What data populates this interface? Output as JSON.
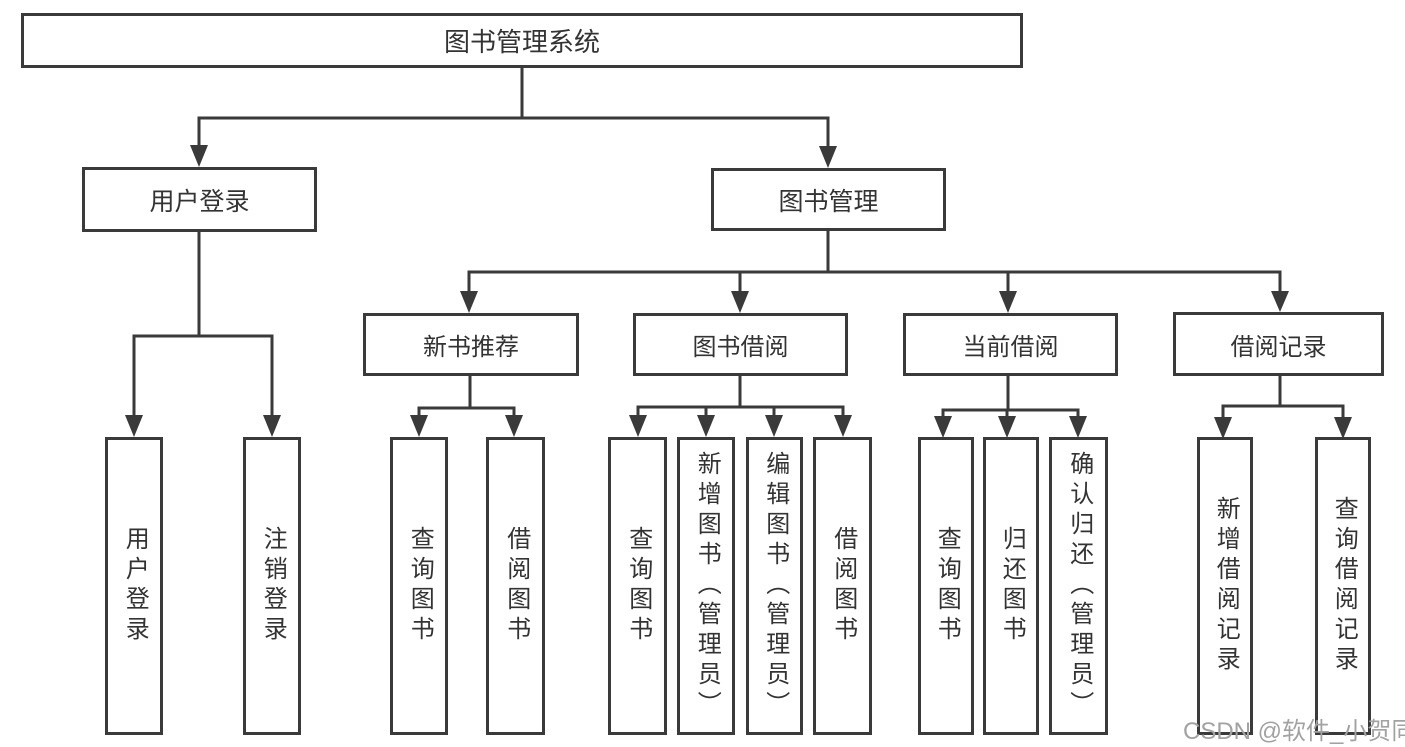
{
  "structure": {
    "root": "图书管理系统",
    "children": [
      {
        "label": "用户登录",
        "children": [
          "用户登录",
          "注销登录"
        ]
      },
      {
        "label": "图书管理",
        "children": [
          {
            "label": "新书推荐",
            "children": [
              "查询图书",
              "借阅图书"
            ]
          },
          {
            "label": "图书借阅",
            "children": [
              "查询图书",
              "新增图书（管理员）",
              "编辑图书（管理员）",
              "借阅图书"
            ]
          },
          {
            "label": "当前借阅",
            "children": [
              "查询图书",
              "归还图书",
              "确认归还（管理员）"
            ]
          },
          {
            "label": "借阅记录",
            "children": [
              "新增借阅记录",
              "查询借阅记录"
            ]
          }
        ]
      }
    ]
  },
  "watermark": "CSDN @软件_小贺同学",
  "colors": {
    "line": "#3a3a3a",
    "box_border": "#3a3a3a",
    "text": "#333333",
    "watermark": "#a2a2a2",
    "background": "#ffffff"
  }
}
